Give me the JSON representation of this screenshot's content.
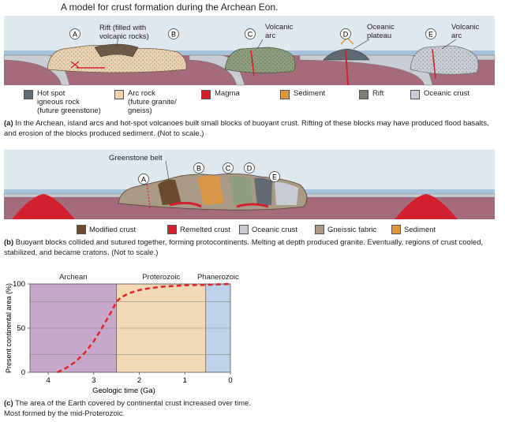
{
  "title": "A model for crust formation during the Archean Eon.",
  "panel_a": {
    "labels": {
      "A": "A",
      "B": "B",
      "C": "C",
      "D": "D",
      "E": "E",
      "rift": "Rift (filled with\nvolcanic rocks)",
      "volcanic_arc_1": "Volcanic\narc",
      "oceanic_plateau": "Oceanic\nplateau",
      "volcanic_arc_2": "Volcanic\narc"
    },
    "legend": [
      {
        "label": "Hot spot\nigneous rock\n(future greenstone)",
        "color": "#5f6a72"
      },
      {
        "label": "Arc rock\n(future granite/\ngneiss)",
        "color": "#e8d2b0"
      },
      {
        "label": "Magma",
        "color": "#d3202e"
      },
      {
        "label": "Sediment",
        "color": "#e0953c"
      },
      {
        "label": "Rift",
        "color": "#7b7b74"
      },
      {
        "label": "Oceanic crust",
        "color": "#c8cdd3"
      }
    ],
    "caption_letter": "(a)",
    "caption": "In the Archean, island arcs and hot-spot volcanoes built small blocks of buoyant crust. Rifting of these blocks may have produced flood basalts, and erosion of the blocks produced sediment. (Not to scale.)"
  },
  "panel_b": {
    "labels": {
      "greenstone_belt": "Greenstone belt",
      "A": "A",
      "B": "B",
      "C": "C",
      "D": "D",
      "E": "E"
    },
    "legend": [
      {
        "label": "Modified crust",
        "color": "#6b4a2e"
      },
      {
        "label": "Remelted crust",
        "color": "#d3202e"
      },
      {
        "label": "Oceanic crust",
        "color": "#c8cdd3"
      },
      {
        "label": "Gneissic fabric",
        "color": "#a89a86"
      },
      {
        "label": "Sediment",
        "color": "#e0953c"
      }
    ],
    "caption_letter": "(b)",
    "caption": "Buoyant blocks collided and sutured together, forming protocontinents. Melting at depth produced granite. Eventually, regions of crust cooled, stabilized, and became cratons. (Not to scale.)"
  },
  "chart_data": {
    "type": "line",
    "title": "",
    "xlabel": "Geologic time (Ga)",
    "ylabel": "Present continental area (%)",
    "xlim": [
      4.4,
      0
    ],
    "ylim": [
      0,
      100
    ],
    "x_ticks": [
      4,
      3,
      2,
      1,
      0
    ],
    "y_ticks": [
      0,
      50,
      100
    ],
    "eons": [
      {
        "name": "Archean",
        "start": 4.4,
        "end": 2.5,
        "color": "#c6a9ca"
      },
      {
        "name": "Proterozoic",
        "start": 2.5,
        "end": 0.541,
        "color": "#f2d9b4"
      },
      {
        "name": "Phanerozoic",
        "start": 0.541,
        "end": 0,
        "color": "#bcd2e9"
      }
    ],
    "series": [
      {
        "color": "#e3262e",
        "x": [
          3.8,
          3.6,
          3.4,
          3.2,
          3.0,
          2.8,
          2.6,
          2.5,
          2.4,
          2.2,
          2.0,
          1.8,
          1.5,
          1.0,
          0.5,
          0.0
        ],
        "y": [
          0,
          5,
          12,
          22,
          35,
          52,
          70,
          80,
          85,
          90,
          93,
          95,
          97,
          98.5,
          99,
          100
        ]
      }
    ]
  },
  "panel_c": {
    "caption_letter": "(c)",
    "caption": "The area of the Earth covered by continental crust increased over time. Most formed by the mid-Proterozoic."
  }
}
